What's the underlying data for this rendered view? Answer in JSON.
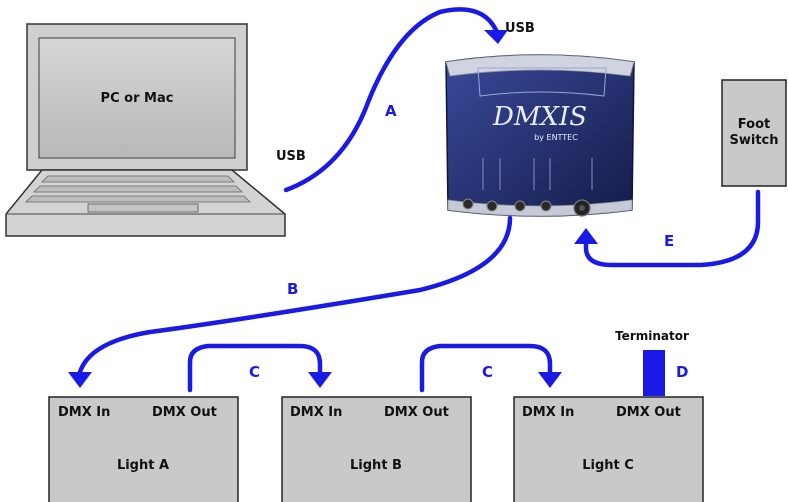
{
  "computer": {
    "label": "PC or Mac",
    "usb_label": "USB"
  },
  "interface": {
    "brand": "DMXIS",
    "brand_sub": "by ENTTEC",
    "usb_label": "USB"
  },
  "foot_switch": {
    "label_line1": "Foot",
    "label_line2": "Switch"
  },
  "terminator": {
    "label": "Terminator"
  },
  "cables": {
    "a": "A",
    "b": "B",
    "c1": "C",
    "c2": "C",
    "d": "D",
    "e": "E"
  },
  "lights": [
    {
      "name": "Light A",
      "in_label": "DMX In",
      "out_label": "DMX Out"
    },
    {
      "name": "Light B",
      "in_label": "DMX In",
      "out_label": "DMX Out"
    },
    {
      "name": "Light C",
      "in_label": "DMX In",
      "out_label": "DMX Out"
    }
  ],
  "colors": {
    "cable": "#1a1ae6",
    "device_body": "#1e2a66",
    "box_fill": "#c9c9c9"
  }
}
